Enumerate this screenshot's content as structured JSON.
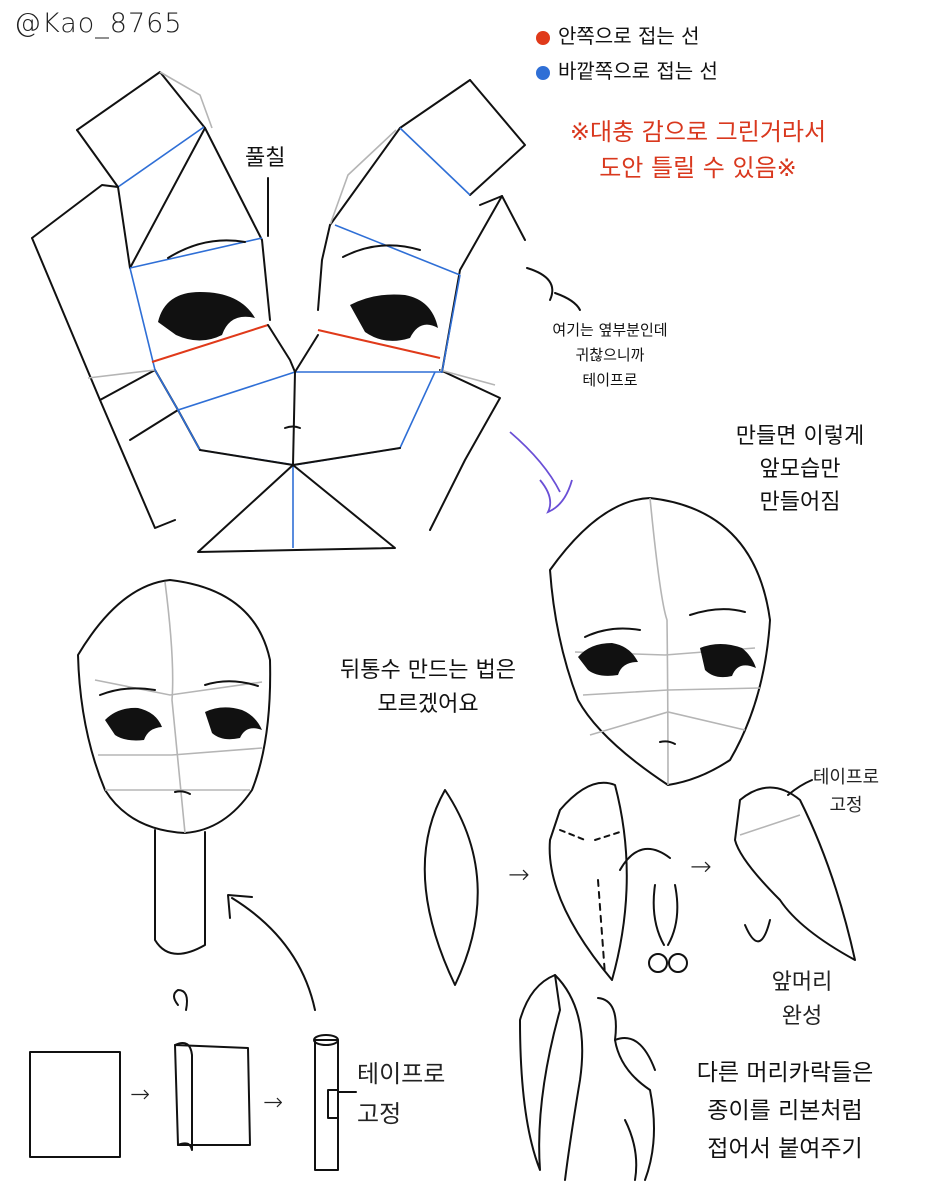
{
  "handle": "@Kao_8765",
  "legend": {
    "items": [
      {
        "label": "안쪽으로 접는 선",
        "color": "#e03a1a"
      },
      {
        "label": "바깥쪽으로 접는 선",
        "color": "#2f6fd6"
      }
    ]
  },
  "notice": {
    "line1": "※대충 감으로 그린거라서",
    "line2": "도안 틀릴 수 있음※",
    "color": "#d9381e"
  },
  "labels": {
    "glue": "풀칠",
    "side_note": {
      "line1": "여기는 옆부분인데",
      "line2": "귀찮으니까",
      "line3": "테이프로"
    },
    "front_only": {
      "line1": "만들면 이렇게",
      "line2": "앞모습만",
      "line3": "만들어짐"
    },
    "back_unknown": {
      "line1": "뒤통수 만드는 법은",
      "line2": "모르겠어요"
    },
    "tape_fix_top": {
      "line1": "테이프로",
      "line2": "고정"
    },
    "bangs_done": {
      "line1": "앞머리",
      "line2": "완성"
    },
    "tape_fix_bottom": {
      "line1": "테이프로",
      "line2": "고정"
    },
    "ribbon_note": {
      "line1": "다른 머리카락들은",
      "line2": "종이를 리본처럼",
      "line3": "접어서 붙여주기"
    }
  },
  "arrows": {
    "right": "→"
  }
}
